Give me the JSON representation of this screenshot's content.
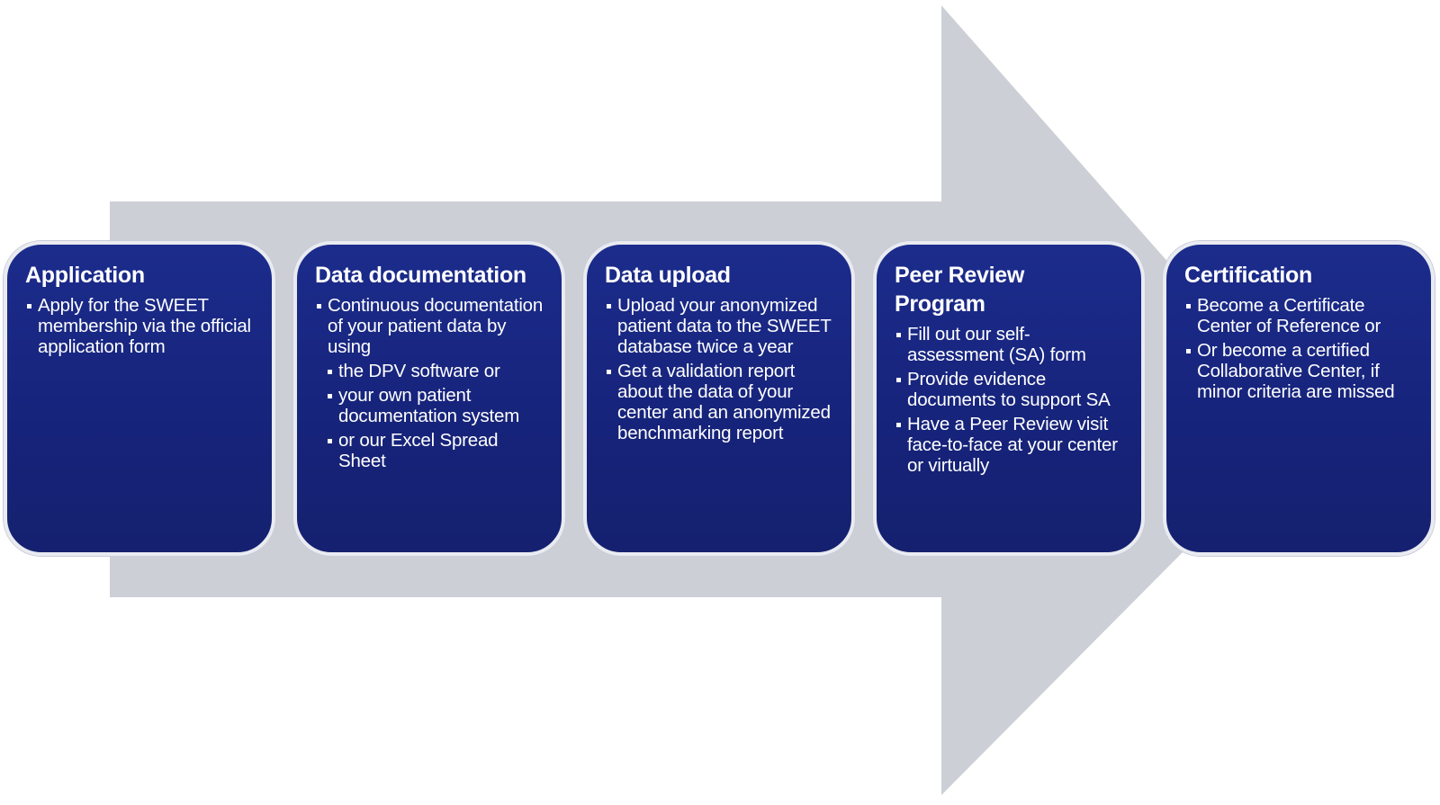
{
  "colors": {
    "arrow": "#cdcfd6",
    "box_fill": "#1b2a88",
    "box_border": "#e9ebf1",
    "text": "#ffffff"
  },
  "steps": [
    {
      "id": "application",
      "title": "Application",
      "bullets": [
        {
          "text": "Apply for the SWEET membership via the official application form",
          "sub": false
        }
      ]
    },
    {
      "id": "data-documentation",
      "title": "Data documentation",
      "bullets": [
        {
          "text": "Continuous documentation of your patient data by using",
          "sub": false
        },
        {
          "text": "the DPV software or",
          "sub": true
        },
        {
          "text": "your own patient documentation system",
          "sub": true
        },
        {
          "text": "or our Excel Spread Sheet",
          "sub": true
        }
      ]
    },
    {
      "id": "data-upload",
      "title": "Data upload",
      "bullets": [
        {
          "text": "Upload your anonymized patient data to the SWEET database twice a year",
          "sub": false
        },
        {
          "text": "Get a validation report about the data of your center and an anonymized benchmarking report",
          "sub": false
        }
      ]
    },
    {
      "id": "peer-review",
      "title": "Peer Review\nProgram",
      "bullets": [
        {
          "text": "Fill out our self-assessment (SA) form",
          "sub": false
        },
        {
          "text": "Provide evidence documents to support SA",
          "sub": false
        },
        {
          "text": "Have a Peer Review visit face-to-face at your center or virtually",
          "sub": false
        }
      ]
    },
    {
      "id": "certification",
      "title": "Certification",
      "bullets": [
        {
          "text": "Become a Certificate Center of Reference or",
          "sub": false
        },
        {
          "text": "Or become a certified Collaborative Center, if minor criteria are missed",
          "sub": false
        }
      ]
    }
  ]
}
